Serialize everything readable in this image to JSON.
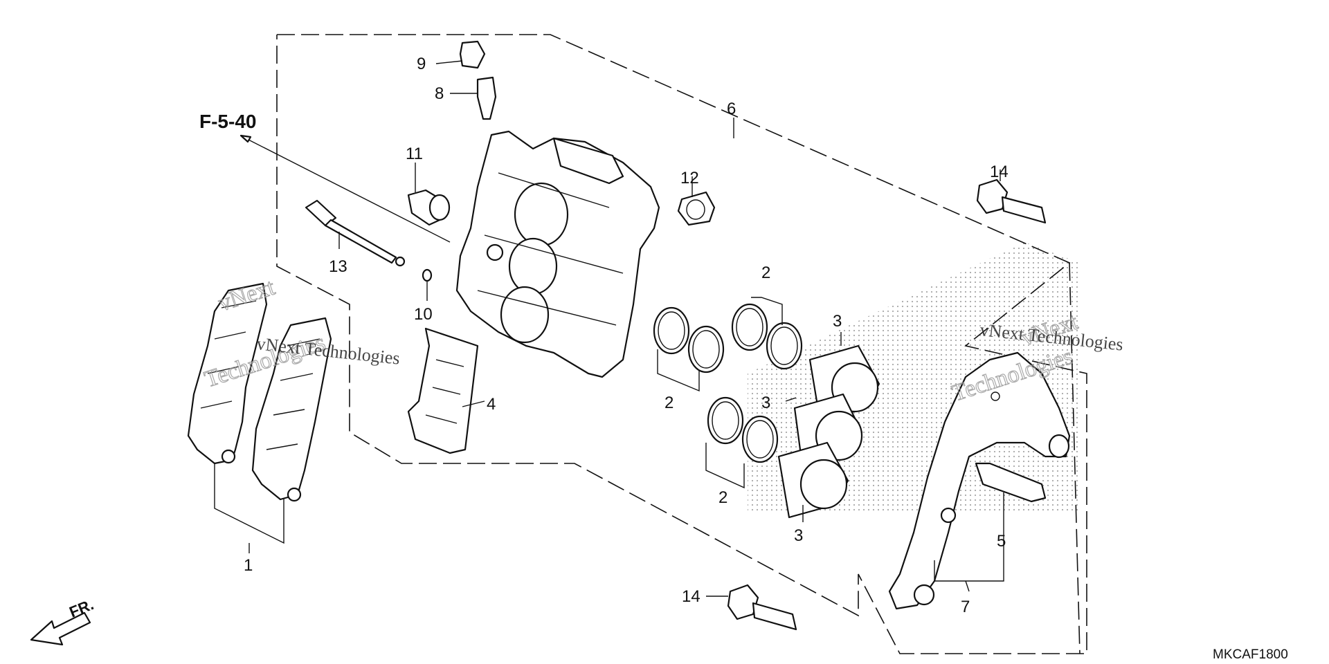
{
  "diagram": {
    "ref_label": "F-5-40",
    "front_label": "FR.",
    "code": "MKCAF1800",
    "watermark_lines": [
      "vNext",
      "Technologies"
    ],
    "watermark_caption": "vNext Technologies",
    "callouts": {
      "c1": "1",
      "c2a": "2",
      "c2b": "2",
      "c2c": "2",
      "c3a": "3",
      "c3b": "3",
      "c3c": "3",
      "c4": "4",
      "c5": "5",
      "c6": "6",
      "c7": "7",
      "c8": "8",
      "c9": "9",
      "c10": "10",
      "c11": "11",
      "c12": "12",
      "c13": "13",
      "c14a": "14",
      "c14b": "14"
    }
  }
}
